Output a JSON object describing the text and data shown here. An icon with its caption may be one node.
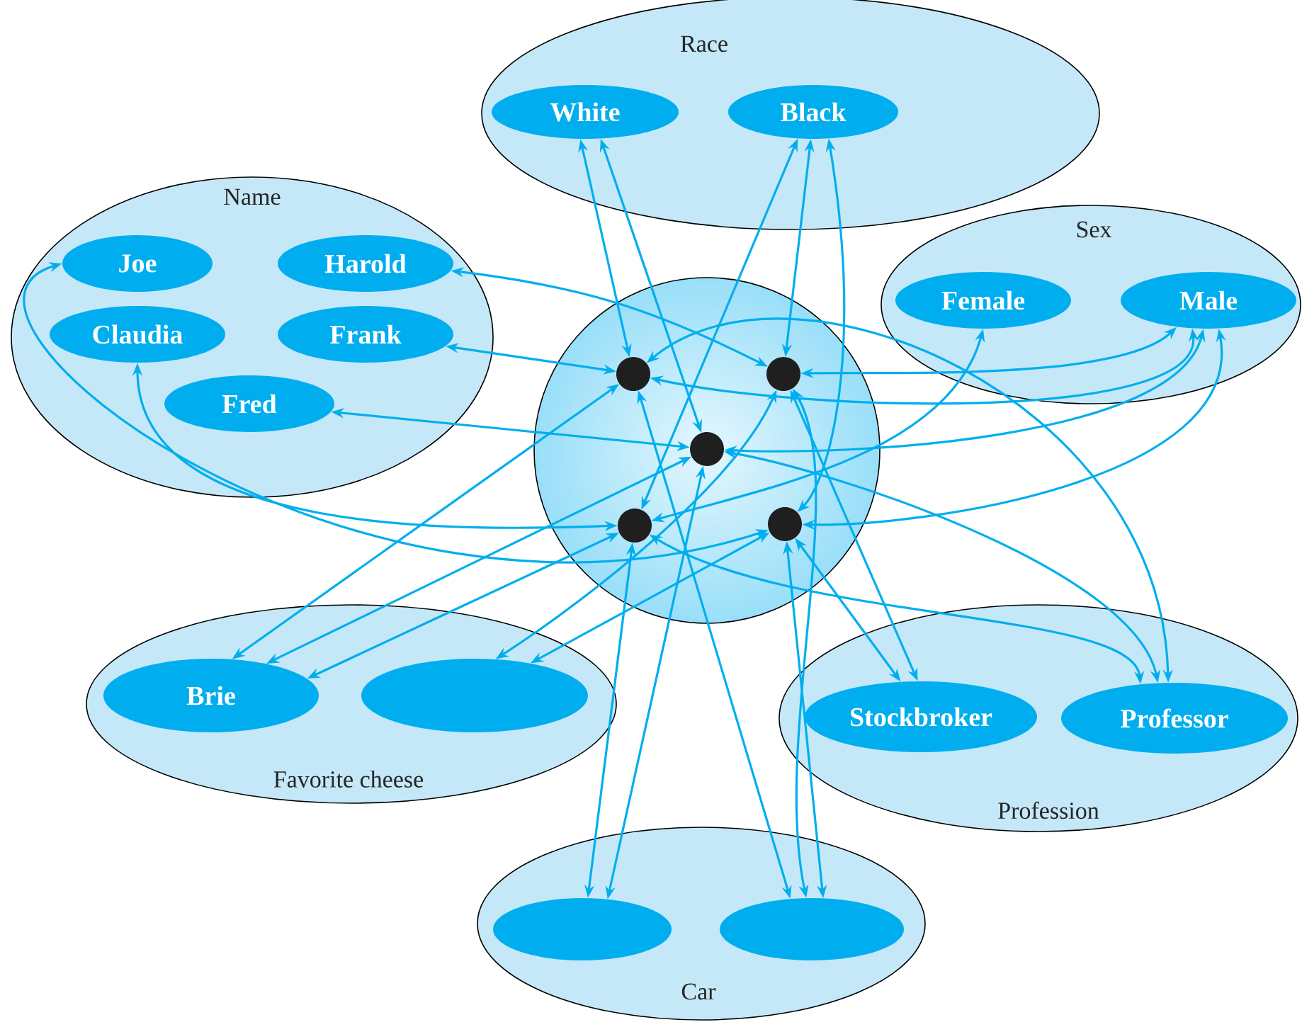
{
  "diagram": {
    "nodes": [
      {
        "text": [
          "Race"
        ]
      },
      {
        "text": [
          "White"
        ],
        "in": 0
      },
      {
        "text": [
          "Black"
        ],
        "in": 0
      },
      {
        "text": [
          "Name"
        ]
      },
      {
        "text": [
          "Joe"
        ],
        "in": 3
      },
      {
        "text": [
          "Harold"
        ],
        "in": 3
      },
      {
        "text": [
          "Claudia"
        ],
        "in": 3
      },
      {
        "text": [
          "Frank"
        ],
        "in": 3
      },
      {
        "text": [
          "Fred"
        ],
        "in": 3
      },
      {
        "text": [
          "Sex"
        ]
      },
      {
        "text": [
          "Female"
        ],
        "in": 9
      },
      {
        "text": [
          "Male"
        ],
        "in": 9
      },
      {
        "text": [],
        "shape": "circle"
      },
      {
        "text": [],
        "shape": "circle",
        "in": 12
      },
      {
        "text": [],
        "shape": "circle",
        "in": 12
      },
      {
        "text": [],
        "shape": "circle",
        "in": 12
      },
      {
        "text": [],
        "shape": "circle",
        "in": 12
      },
      {
        "text": [],
        "shape": "circle",
        "in": 12
      },
      {
        "text": [
          "Favorite cheese"
        ]
      },
      {
        "text": [
          "Brie"
        ],
        "in": 18
      },
      {
        "text": [],
        "shape": "ellipse",
        "in": 18
      },
      {
        "text": [
          "Profession"
        ]
      },
      {
        "text": [
          "Stockbroker"
        ],
        "in": 21
      },
      {
        "text": [
          "Professor"
        ],
        "in": 21
      },
      {
        "text": [
          "Car"
        ]
      },
      {
        "text": [],
        "shape": "ellipse",
        "in": 24
      },
      {
        "text": [],
        "shape": "ellipse",
        "in": 24
      }
    ],
    "edges": [
      {
        "from": 5,
        "to": 14,
        "arrow": "both"
      },
      {
        "from": 7,
        "to": 13,
        "arrow": "both"
      },
      {
        "from": 8,
        "to": 15,
        "arrow": "both"
      },
      {
        "from": 6,
        "to": 16,
        "arrow": "both"
      },
      {
        "from": 4,
        "to": 17,
        "arrow": "both"
      },
      {
        "from": 1,
        "to": 13,
        "arrow": "both"
      },
      {
        "from": 1,
        "to": 15,
        "arrow": "both"
      },
      {
        "from": 2,
        "to": 16,
        "arrow": "both"
      },
      {
        "from": 2,
        "to": 14,
        "arrow": "both"
      },
      {
        "from": 2,
        "to": 17,
        "arrow": "both"
      },
      {
        "from": 10,
        "to": 16,
        "arrow": "both"
      },
      {
        "from": 11,
        "to": 13,
        "arrow": "both"
      },
      {
        "from": 11,
        "to": 14,
        "arrow": "both"
      },
      {
        "from": 11,
        "to": 15,
        "arrow": "both"
      },
      {
        "from": 11,
        "to": 17,
        "arrow": "both"
      },
      {
        "from": 19,
        "to": 13,
        "arrow": "both"
      },
      {
        "from": 19,
        "to": 15,
        "arrow": "both"
      },
      {
        "from": 19,
        "to": 16,
        "arrow": "both"
      },
      {
        "from": 20,
        "to": 14,
        "arrow": "both"
      },
      {
        "from": 20,
        "to": 17,
        "arrow": "both"
      },
      {
        "from": 22,
        "to": 17,
        "arrow": "both"
      },
      {
        "from": 22,
        "to": 14,
        "arrow": "both"
      },
      {
        "from": 23,
        "to": 13,
        "arrow": "both"
      },
      {
        "from": 23,
        "to": 15,
        "arrow": "both"
      },
      {
        "from": 23,
        "to": 16,
        "arrow": "both"
      },
      {
        "from": 25,
        "to": 16,
        "arrow": "both"
      },
      {
        "from": 25,
        "to": 15,
        "arrow": "both"
      },
      {
        "from": 26,
        "to": 13,
        "arrow": "both"
      },
      {
        "from": 26,
        "to": 14,
        "arrow": "both"
      },
      {
        "from": 26,
        "to": 17,
        "arrow": "both"
      }
    ]
  }
}
